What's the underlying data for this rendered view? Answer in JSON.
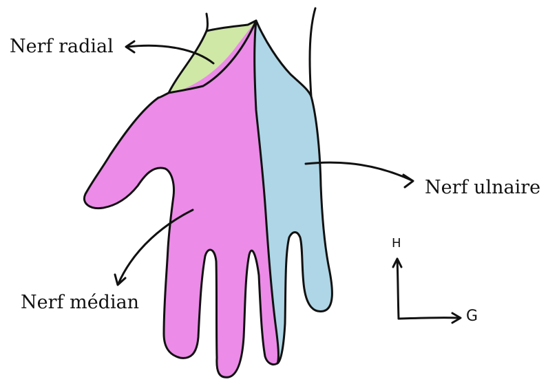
{
  "labels": {
    "radial": "Nerf radial",
    "ulnaire": "Nerf ulnaire",
    "median": "Nerf médian"
  },
  "axes": {
    "vertical": "H",
    "horizontal": "G"
  },
  "colors": {
    "radial": "#cfe8a6",
    "median": "#ec8be8",
    "ulnaire": "#aed6e6",
    "outline": "#111111"
  }
}
